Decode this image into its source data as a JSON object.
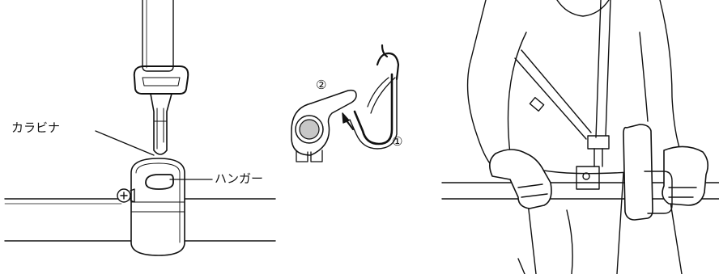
{
  "labels": {
    "carabiner": "カラビナ",
    "hanger": "ハンガー"
  },
  "steps": {
    "step1": "①",
    "step2": "②"
  }
}
